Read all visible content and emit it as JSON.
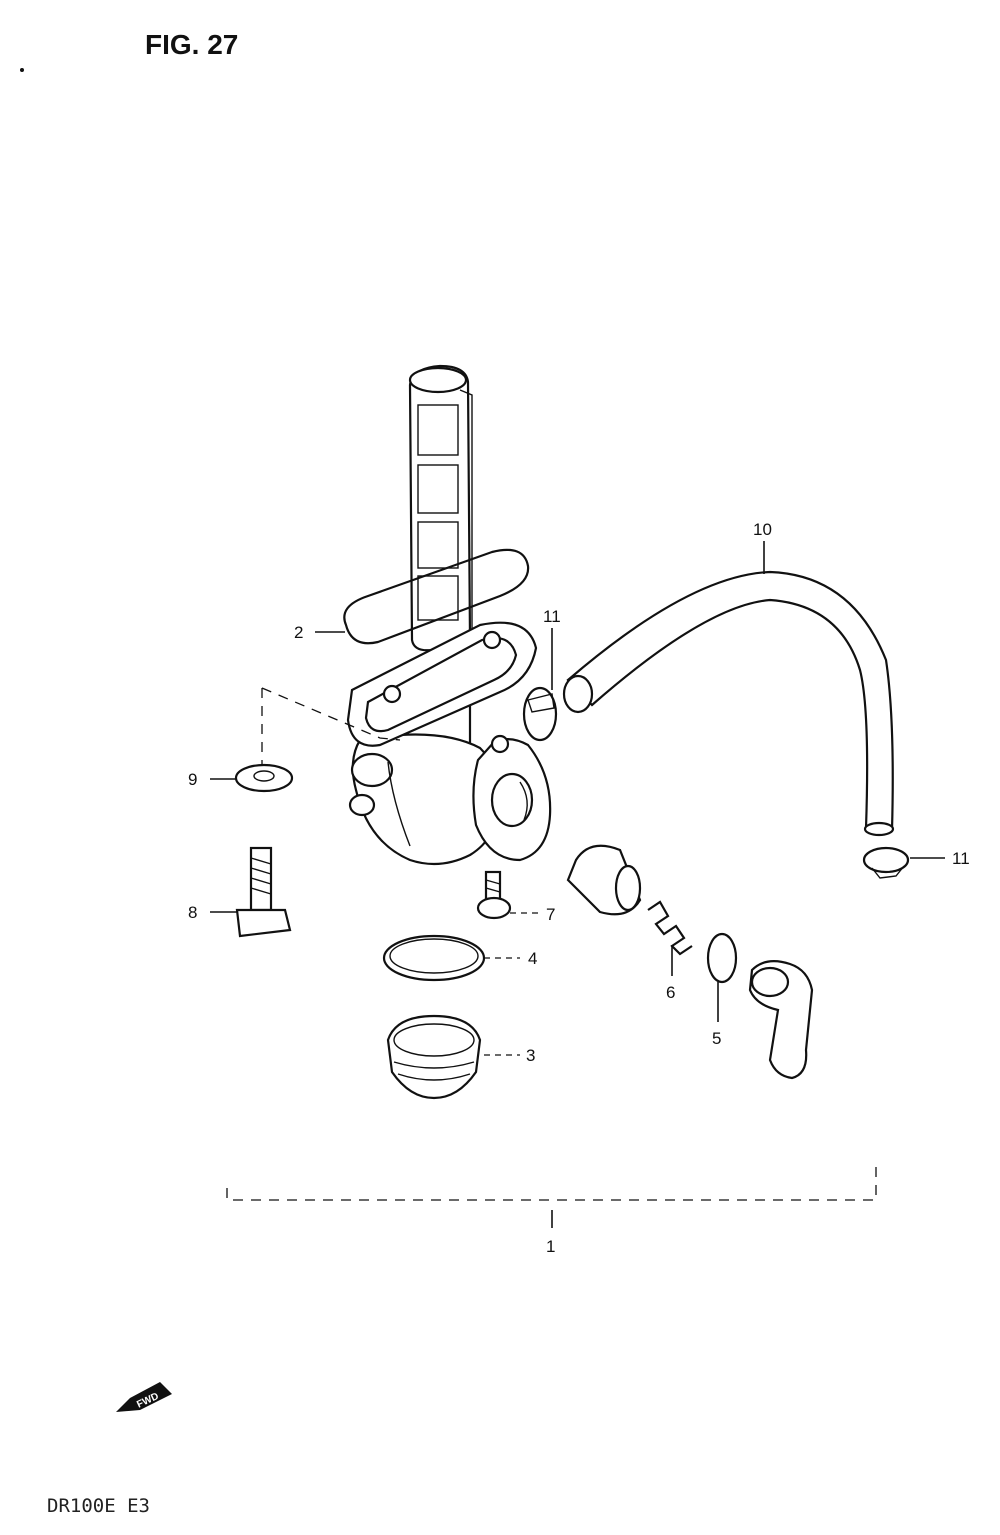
{
  "figure": {
    "title": "FIG. 27"
  },
  "footer": {
    "model_code": "DR100E E3"
  },
  "fwd_badge": "FWD",
  "callouts": {
    "c1": "1",
    "c2": "2",
    "c3": "3",
    "c4": "4",
    "c5": "5",
    "c6": "6",
    "c7": "7",
    "c8": "8",
    "c9": "9",
    "c10": "10",
    "c11a": "11",
    "c11b": "11"
  }
}
